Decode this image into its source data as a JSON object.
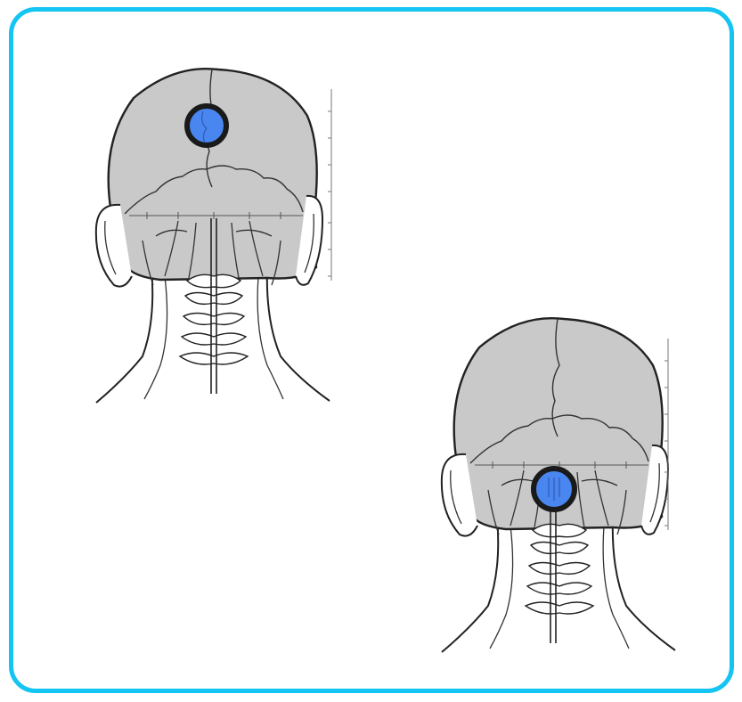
{
  "colors": {
    "frame_border": "#14c4f2",
    "skull_fill": "#c9c9c9",
    "line": "#222222",
    "marker_fill": "#4a86f0",
    "marker_ring": "#1a1a1a"
  },
  "figures": [
    {
      "name": "head-back-figure-1",
      "marker_location": "upper-skull"
    },
    {
      "name": "head-back-figure-2",
      "marker_location": "skull-base"
    }
  ]
}
